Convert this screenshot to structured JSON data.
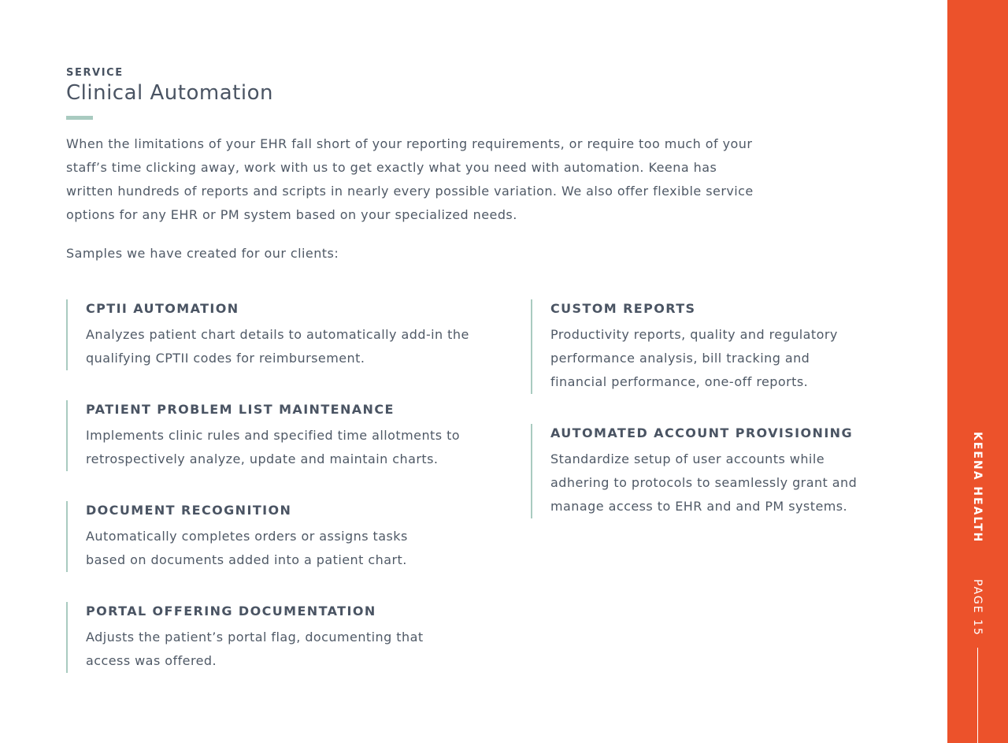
{
  "header": {
    "eyebrow": "SERVICE",
    "title": "Clinical Automation"
  },
  "intro": {
    "paragraph": "When the limitations of your EHR fall short of your reporting requirements, or require too much of your staff’s time clicking away, work with us to get exactly what you need with automation. Keena has written hundreds of reports and scripts in nearly every possible variation. We also offer flexible service options for any EHR or PM system based on your specialized needs.",
    "samples_label": "Samples we have created for our clients:"
  },
  "left_column": [
    {
      "title": "CPTII AUTOMATION",
      "description": "Analyzes patient chart details to automatically add-in the qualifying CPTII codes for reimbursement."
    },
    {
      "title": "PATIENT PROBLEM LIST MAINTENANCE",
      "description": "Implements clinic rules and specified time allotments to retrospectively analyze, update and maintain charts."
    },
    {
      "title": "DOCUMENT RECOGNITION",
      "description": "Automatically completes orders or assigns tasks based on documents added into a patient chart."
    },
    {
      "title": "PORTAL OFFERING DOCUMENTATION",
      "description": "Adjusts the patient’s portal flag, documenting that access was offered."
    }
  ],
  "right_column": [
    {
      "title": "CUSTOM REPORTS",
      "description": "Productivity reports, quality and regulatory performance analysis, bill tracking and financial performance, one-off reports."
    },
    {
      "title": "AUTOMATED ACCOUNT PROVISIONING",
      "description": "Standardize setup of user accounts while adhering to protocols to seamlessly grant and manage access to EHR and and PM systems."
    }
  ],
  "sidebar": {
    "brand": "KEENA HEALTH",
    "page_label": "PAGE 15",
    "color": "#ec522b"
  },
  "colors": {
    "accent": "#a9cbc0",
    "text": "#4f5966",
    "heading": "#4a5463"
  }
}
